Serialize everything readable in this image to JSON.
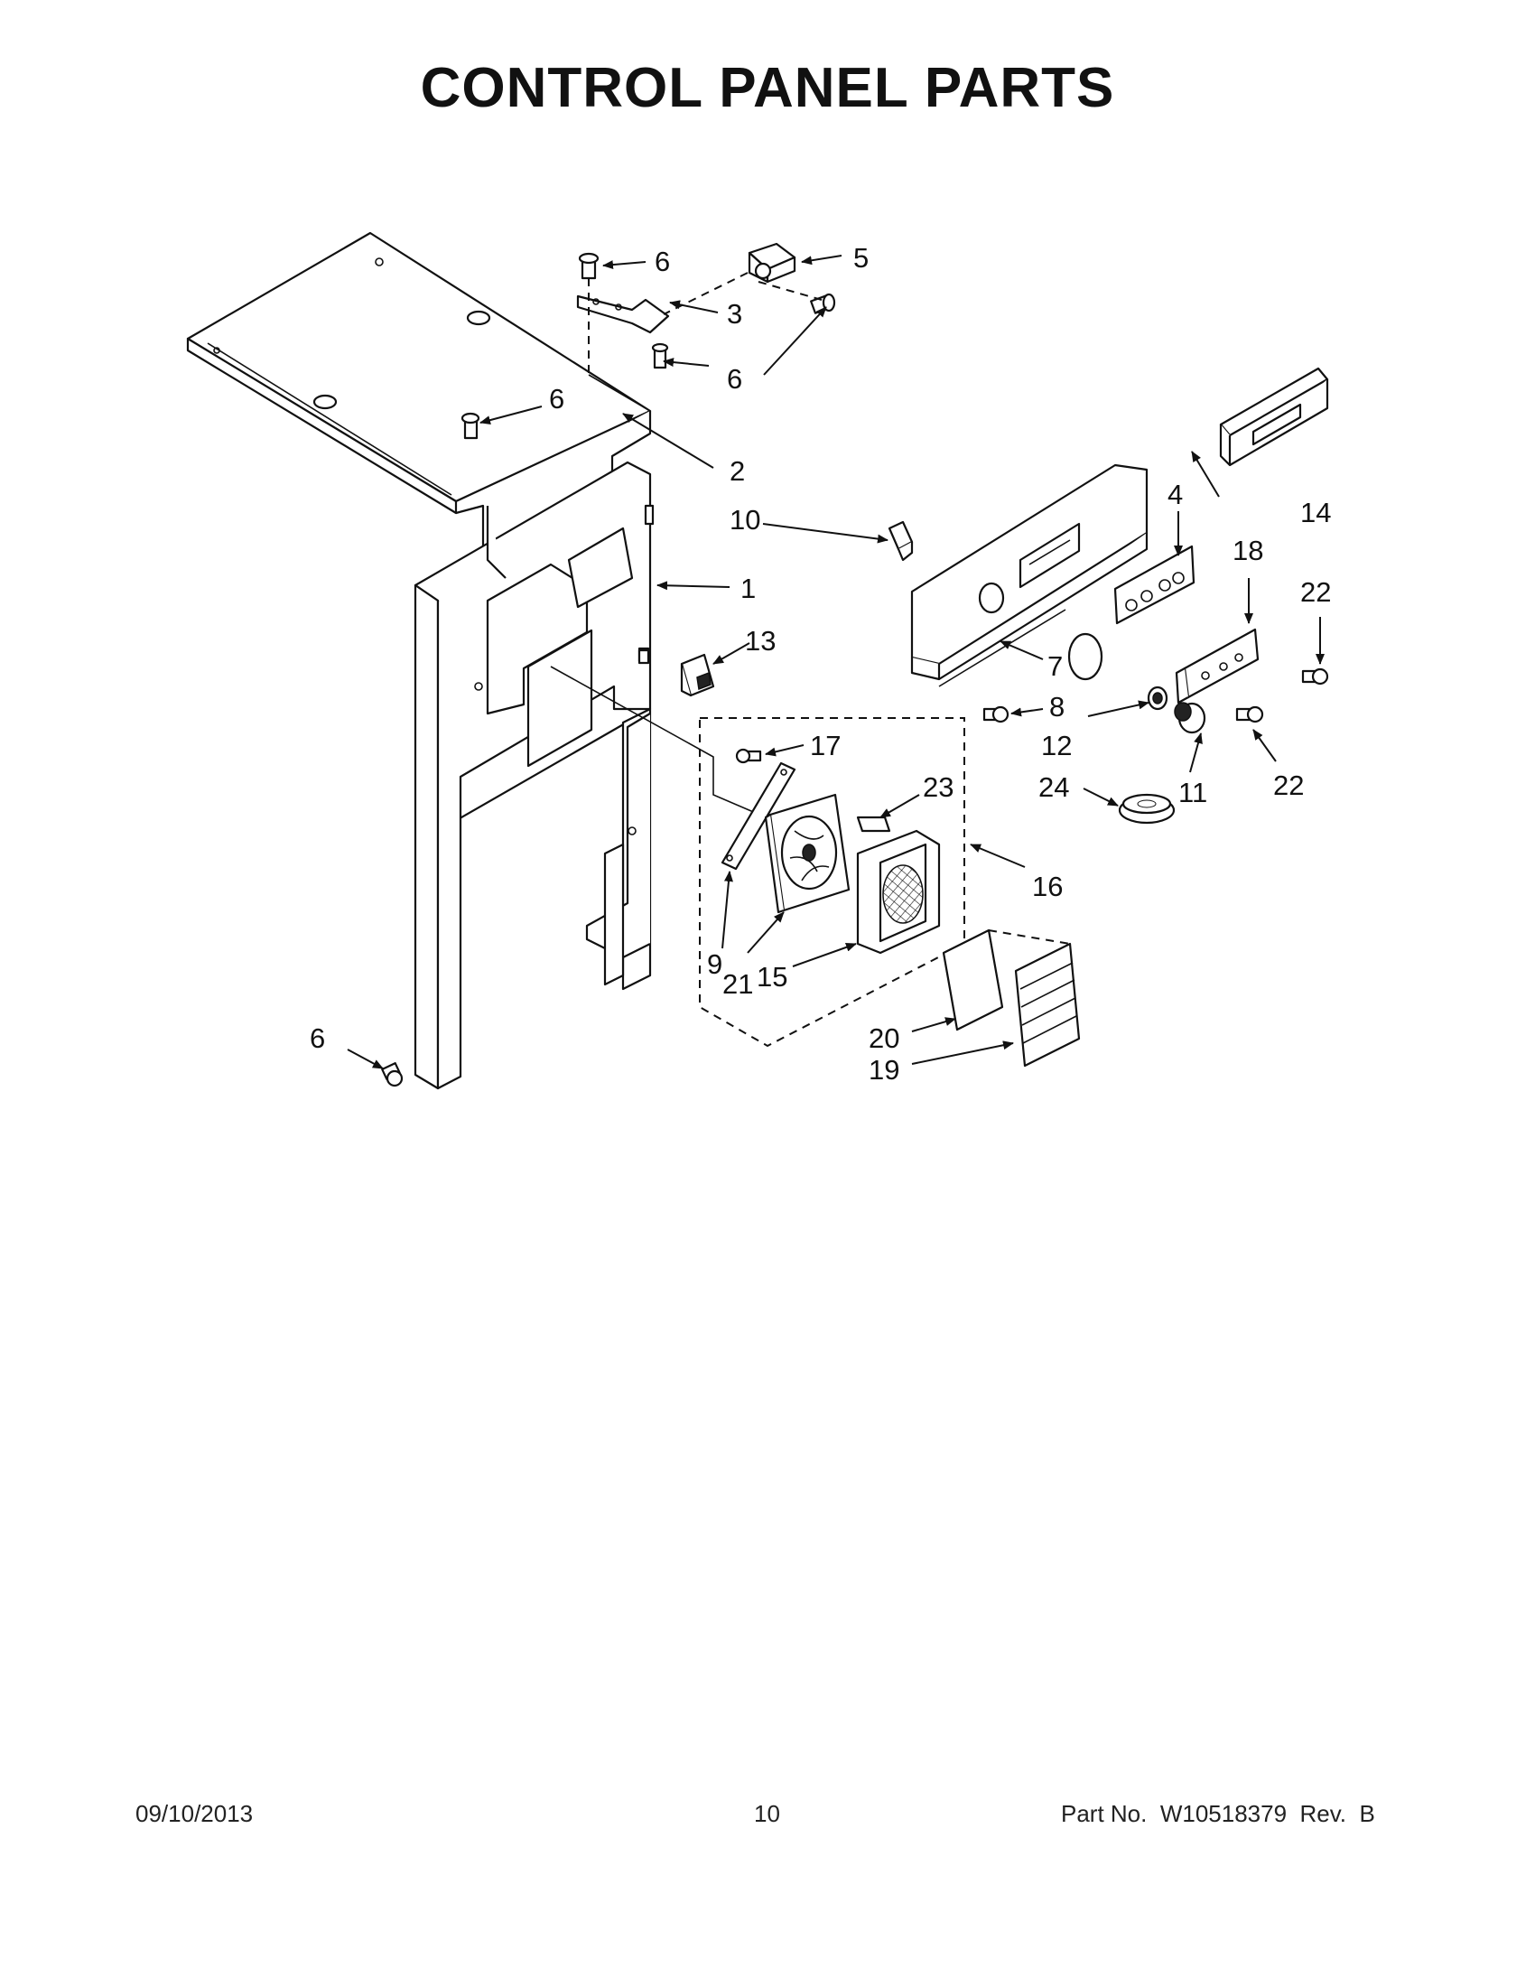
{
  "title": "CONTROL PANEL PARTS",
  "footer": {
    "date": "09/10/2013",
    "page": "10",
    "part_no": "Part No.  W10518379  Rev.  B"
  },
  "callouts": [
    "1",
    "2",
    "3",
    "4",
    "5",
    "6",
    "6",
    "6",
    "6",
    "7",
    "8",
    "9",
    "10",
    "11",
    "12",
    "13",
    "14",
    "15",
    "16",
    "17",
    "18",
    "19",
    "20",
    "21",
    "22",
    "22",
    "23",
    "24"
  ]
}
